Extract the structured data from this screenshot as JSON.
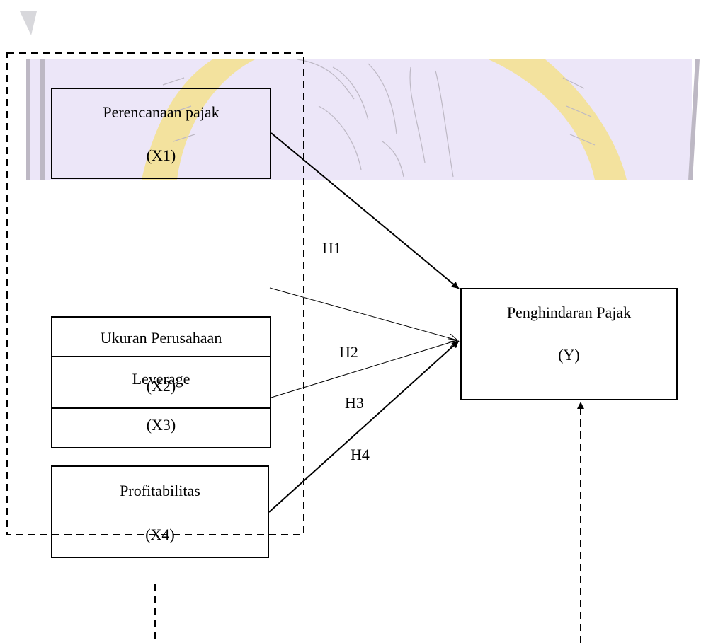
{
  "diagram": {
    "variables": {
      "x1": {
        "name": "Perencanaan pajak",
        "code": "(X1)"
      },
      "x2": {
        "name": "Ukuran Perusahaan",
        "code": "(X2)"
      },
      "x3": {
        "name": "Leverage",
        "code": "(X3)"
      },
      "x4": {
        "name": "Profitabilitas",
        "code": "(X4)"
      },
      "y": {
        "name": "Penghindaran Pajak",
        "code": "(Y)"
      }
    },
    "hypotheses": [
      "H1",
      "H2",
      "H3",
      "H4"
    ],
    "colors": {
      "watermark_fill": "#ece6f8",
      "watermark_gold": "#f3e29e",
      "watermark_line": "#bdb8c4",
      "stroke": "#000000"
    }
  }
}
